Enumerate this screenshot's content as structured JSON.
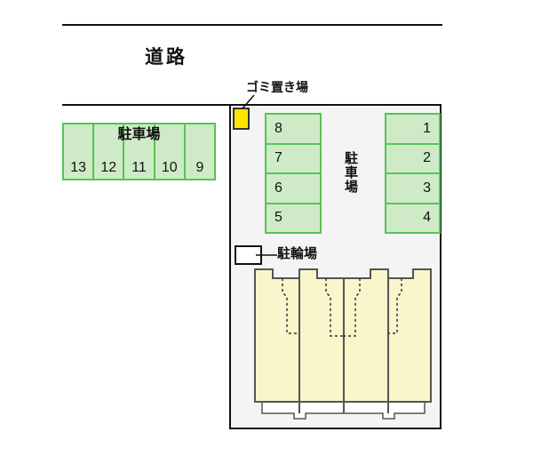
{
  "title": "site-layout-plan",
  "colors": {
    "green-fill": "#cfeac6",
    "green-border": "#55c455",
    "yellow-fill": "#ffe400",
    "building-fill": "#faf5cb",
    "building-border": "#555555",
    "parcel-fill": "#f4f4f4",
    "line-color": "#111111"
  },
  "road": {
    "label": "道路"
  },
  "street_lot": {
    "label": "駐車場",
    "spaces": [
      "13",
      "12",
      "11",
      "10",
      "9"
    ]
  },
  "main_lot": {
    "label": "駐車場",
    "left_column_spaces": [
      "8",
      "7",
      "6",
      "5"
    ],
    "right_column_spaces": [
      "1",
      "2",
      "3",
      "4"
    ]
  },
  "garbage_area": {
    "label": "ゴミ置き場"
  },
  "bicycle_area": {
    "label": "駐輪場"
  }
}
